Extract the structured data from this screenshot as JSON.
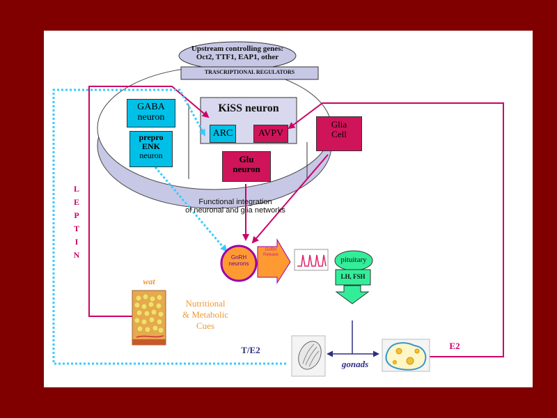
{
  "diagram": {
    "upstream": {
      "line1": "Upstream controlling genes:",
      "line2": "Oct2, TTF1, EAP1, other"
    },
    "regulators": "TRASCRIPTIONAL REGULATORS",
    "gaba": {
      "line1": "GABA",
      "line2": "neuron"
    },
    "prepro": {
      "line1": "prepro",
      "line2": "ENK",
      "line3": "neuron"
    },
    "kiss": "KiSS neuron",
    "arc": "ARC",
    "avpv": "AVPV",
    "glu": {
      "line1": "Glu",
      "line2": "neuron"
    },
    "glia": {
      "line1": "Glia",
      "line2": "Cell"
    },
    "integration": {
      "line1": "Functional integration",
      "line2": "of neuronal and glia networks"
    },
    "leptin": [
      "L",
      "E",
      "P",
      "T",
      "I",
      "N"
    ],
    "gnrh_neurons": {
      "line1": "GnRH",
      "line2": "neurons"
    },
    "gnrh_release": {
      "line1": "GnRH",
      "line2": "Release"
    },
    "pituitary": "pituitary",
    "lh_fsh": "LH, FSH",
    "wat": "wat",
    "nutritional": {
      "line1": "Nutritional",
      "line2": "& Metabolic",
      "line3": "Cues"
    },
    "te2": "T/E2",
    "gonads": "gonads",
    "e2": "E2"
  },
  "colors": {
    "background": "#800000",
    "magenta": "#cc0066",
    "cyan": "#33ccff",
    "ellipse": "#d4d4ee",
    "cyan_box": "#00c0e8",
    "magenta_box": "#d0145a",
    "green": "#33ee99",
    "orange": "#ff9a33",
    "orange_text": "#ee9933",
    "purple": "#9900aa",
    "navy": "#2e2e80"
  },
  "icons": [
    "ovary-icon",
    "testis-icon",
    "adipose-tissue-icon",
    "pulse-wave-icon"
  ]
}
